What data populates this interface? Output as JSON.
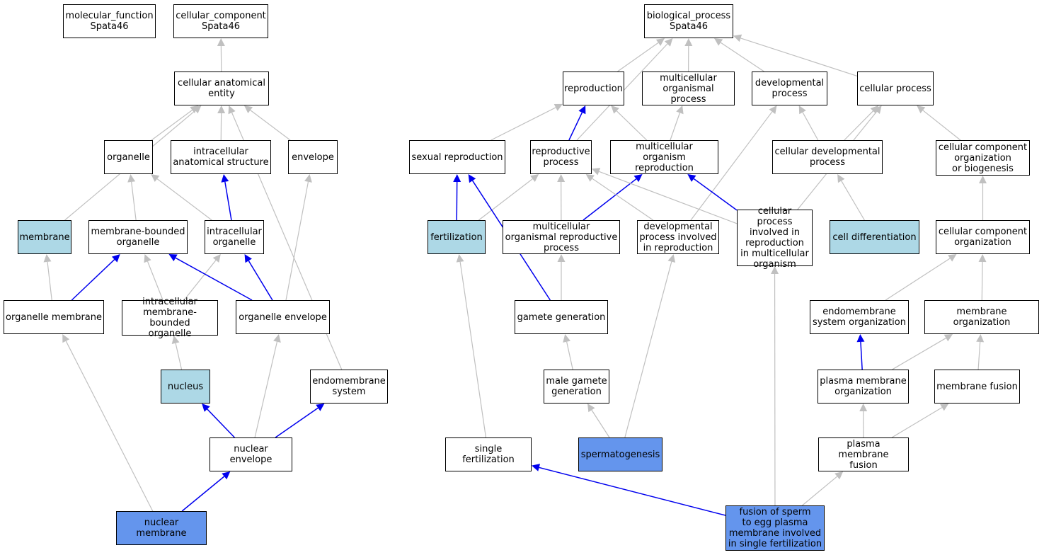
{
  "title": "",
  "colors": {
    "annotated": "#add8e6",
    "direct": "#6495ed",
    "edge_isa": "#c0c0c0",
    "edge_partof": "#0000ee"
  },
  "nodes": {
    "mf": "molecular_function\nSpata46",
    "cc": "cellular_component\nSpata46",
    "bp": "biological_process\nSpata46",
    "cae": "cellular anatomical\nentity",
    "organelle": "organelle",
    "ias": "intracellular\nanatomical structure",
    "envelope": "envelope",
    "membrane": "membrane",
    "mbo": "membrane-bounded\norganelle",
    "io": "intracellular\norganelle",
    "om": "organelle membrane",
    "imbo": "intracellular\nmembrane-bounded\norganelle",
    "oe": "organelle envelope",
    "nucleus": "nucleus",
    "ems": "endomembrane\nsystem",
    "ne": "nuclear envelope",
    "nm": "nuclear membrane",
    "repro": "reproduction",
    "mop": "multicellular\norganismal process",
    "devp": "developmental\nprocess",
    "cellp": "cellular process",
    "sexrep": "sexual reproduction",
    "reprop": "reproductive\nprocess",
    "mor": "multicellular\norganism reproduction",
    "cdp": "cellular developmental\nprocess",
    "ccob": "cellular component\norganization\nor biogenesis",
    "fert": "fertilization",
    "morp": "multicellular\norganismal reproductive\nprocess",
    "dpir": "developmental\nprocess involved\nin reproduction",
    "cpir": "cellular process\ninvolved in\nreproduction\nin multicellular\norganism",
    "celldiff": "cell differentiation",
    "cco": "cellular component\norganization",
    "gameteg": "gamete generation",
    "emso": "endomembrane\nsystem organization",
    "memorg": "membrane organization",
    "mgg": "male gamete\ngeneration",
    "pmo": "plasma membrane\norganization",
    "memfus": "membrane fusion",
    "singlefert": "single fertilization",
    "sperm": "spermatogenesis",
    "pmf": "plasma membrane\nfusion",
    "fusion": "fusion of sperm\nto egg plasma\nmembrane involved\nin single fertilization"
  },
  "edges": [
    {
      "from": "cae",
      "to": "cc",
      "type": "is_a"
    },
    {
      "from": "organelle",
      "to": "cae",
      "type": "is_a"
    },
    {
      "from": "ias",
      "to": "cae",
      "type": "is_a"
    },
    {
      "from": "envelope",
      "to": "cae",
      "type": "is_a"
    },
    {
      "from": "membrane",
      "to": "cae",
      "type": "is_a"
    },
    {
      "from": "ems",
      "to": "cae",
      "type": "is_a"
    },
    {
      "from": "mbo",
      "to": "organelle",
      "type": "is_a"
    },
    {
      "from": "io",
      "to": "organelle",
      "type": "is_a"
    },
    {
      "from": "io",
      "to": "ias",
      "type": "part_of"
    },
    {
      "from": "om",
      "to": "membrane",
      "type": "is_a"
    },
    {
      "from": "om",
      "to": "mbo",
      "type": "part_of"
    },
    {
      "from": "imbo",
      "to": "mbo",
      "type": "is_a"
    },
    {
      "from": "imbo",
      "to": "io",
      "type": "is_a"
    },
    {
      "from": "oe",
      "to": "mbo",
      "type": "part_of"
    },
    {
      "from": "oe",
      "to": "io",
      "type": "part_of"
    },
    {
      "from": "oe",
      "to": "envelope",
      "type": "is_a"
    },
    {
      "from": "nucleus",
      "to": "imbo",
      "type": "is_a"
    },
    {
      "from": "ne",
      "to": "nucleus",
      "type": "part_of"
    },
    {
      "from": "ne",
      "to": "ems",
      "type": "part_of"
    },
    {
      "from": "ne",
      "to": "oe",
      "type": "is_a"
    },
    {
      "from": "nm",
      "to": "ne",
      "type": "part_of"
    },
    {
      "from": "nm",
      "to": "om",
      "type": "is_a"
    },
    {
      "from": "repro",
      "to": "bp",
      "type": "is_a"
    },
    {
      "from": "mop",
      "to": "bp",
      "type": "is_a"
    },
    {
      "from": "devp",
      "to": "bp",
      "type": "is_a"
    },
    {
      "from": "cellp",
      "to": "bp",
      "type": "is_a"
    },
    {
      "from": "reprop",
      "to": "bp",
      "type": "is_a"
    },
    {
      "from": "sexrep",
      "to": "repro",
      "type": "is_a"
    },
    {
      "from": "reprop",
      "to": "repro",
      "type": "part_of"
    },
    {
      "from": "mor",
      "to": "repro",
      "type": "is_a"
    },
    {
      "from": "mor",
      "to": "mop",
      "type": "is_a"
    },
    {
      "from": "cdp",
      "to": "devp",
      "type": "is_a"
    },
    {
      "from": "cdp",
      "to": "cellp",
      "type": "is_a"
    },
    {
      "from": "ccob",
      "to": "cellp",
      "type": "is_a"
    },
    {
      "from": "fert",
      "to": "sexrep",
      "type": "part_of"
    },
    {
      "from": "fert",
      "to": "reprop",
      "type": "is_a"
    },
    {
      "from": "gameteg",
      "to": "sexrep",
      "type": "part_of"
    },
    {
      "from": "morp",
      "to": "reprop",
      "type": "is_a"
    },
    {
      "from": "morp",
      "to": "mor",
      "type": "part_of"
    },
    {
      "from": "dpir",
      "to": "reprop",
      "type": "is_a"
    },
    {
      "from": "dpir",
      "to": "devp",
      "type": "is_a"
    },
    {
      "from": "cpir",
      "to": "reprop",
      "type": "is_a"
    },
    {
      "from": "cpir",
      "to": "mor",
      "type": "part_of"
    },
    {
      "from": "cpir",
      "to": "cellp",
      "type": "is_a"
    },
    {
      "from": "celldiff",
      "to": "cdp",
      "type": "is_a"
    },
    {
      "from": "cco",
      "to": "ccob",
      "type": "is_a"
    },
    {
      "from": "gameteg",
      "to": "morp",
      "type": "is_a"
    },
    {
      "from": "emso",
      "to": "cco",
      "type": "is_a"
    },
    {
      "from": "memorg",
      "to": "cco",
      "type": "is_a"
    },
    {
      "from": "mgg",
      "to": "gameteg",
      "type": "is_a"
    },
    {
      "from": "pmo",
      "to": "emso",
      "type": "part_of"
    },
    {
      "from": "pmo",
      "to": "memorg",
      "type": "is_a"
    },
    {
      "from": "memfus",
      "to": "memorg",
      "type": "is_a"
    },
    {
      "from": "singlefert",
      "to": "fert",
      "type": "is_a"
    },
    {
      "from": "sperm",
      "to": "mgg",
      "type": "is_a"
    },
    {
      "from": "sperm",
      "to": "dpir",
      "type": "is_a"
    },
    {
      "from": "pmf",
      "to": "pmo",
      "type": "is_a"
    },
    {
      "from": "pmf",
      "to": "memfus",
      "type": "is_a"
    },
    {
      "from": "fusion",
      "to": "singlefert",
      "type": "part_of"
    },
    {
      "from": "fusion",
      "to": "cpir",
      "type": "is_a"
    },
    {
      "from": "fusion",
      "to": "pmf",
      "type": "is_a"
    }
  ]
}
